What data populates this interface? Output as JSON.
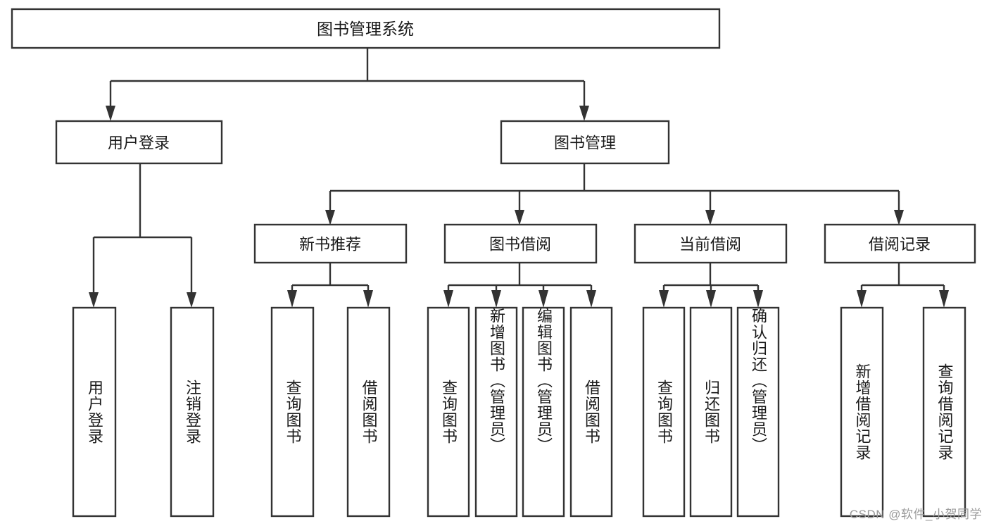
{
  "meta": {
    "title": "图书管理系统 功能结构图",
    "watermark": "CSDN @软件_小贺同学"
  },
  "colors": {
    "background": "#ffffff",
    "box_fill": "#ffffff",
    "box_stroke": "#333333",
    "text": "#1a1a1a",
    "watermark": "#9a9a9a"
  },
  "chart_data": {
    "type": "diagram",
    "diagram_kind": "tree-hierarchy",
    "title": "图书管理系统",
    "orientation": "top-down",
    "levels": 3,
    "node_count": 18,
    "nodes": [
      {
        "id": "root",
        "label": "图书管理系统",
        "level": 0,
        "orientation": "horizontal"
      },
      {
        "id": "login",
        "label": "用户登录",
        "level": 1,
        "orientation": "horizontal",
        "parent": "root"
      },
      {
        "id": "bookmgmt",
        "label": "图书管理",
        "level": 1,
        "orientation": "horizontal",
        "parent": "root"
      },
      {
        "id": "newbook",
        "label": "新书推荐",
        "level": 2,
        "orientation": "horizontal",
        "parent": "bookmgmt"
      },
      {
        "id": "borrow",
        "label": "图书借阅",
        "level": 2,
        "orientation": "horizontal",
        "parent": "bookmgmt"
      },
      {
        "id": "current",
        "label": "当前借阅",
        "level": 2,
        "orientation": "horizontal",
        "parent": "bookmgmt"
      },
      {
        "id": "records",
        "label": "借阅记录",
        "level": 2,
        "orientation": "horizontal",
        "parent": "bookmgmt"
      },
      {
        "id": "login-1",
        "label": "用户登录",
        "level": 2,
        "orientation": "vertical",
        "parent": "login"
      },
      {
        "id": "login-2",
        "label": "注销登录",
        "level": 2,
        "orientation": "vertical",
        "parent": "login"
      },
      {
        "id": "newbook-1",
        "label": "查询图书",
        "level": 3,
        "orientation": "vertical",
        "parent": "newbook"
      },
      {
        "id": "newbook-2",
        "label": "借阅图书",
        "level": 3,
        "orientation": "vertical",
        "parent": "newbook"
      },
      {
        "id": "borrow-1",
        "label": "查询图书",
        "level": 3,
        "orientation": "vertical",
        "parent": "borrow"
      },
      {
        "id": "borrow-2",
        "label": "新增图书（管理员）",
        "level": 3,
        "orientation": "vertical",
        "parent": "borrow"
      },
      {
        "id": "borrow-3",
        "label": "编辑图书（管理员）",
        "level": 3,
        "orientation": "vertical",
        "parent": "borrow"
      },
      {
        "id": "borrow-4",
        "label": "借阅图书",
        "level": 3,
        "orientation": "vertical",
        "parent": "borrow"
      },
      {
        "id": "current-1",
        "label": "查询图书",
        "level": 3,
        "orientation": "vertical",
        "parent": "current"
      },
      {
        "id": "current-2",
        "label": "归还图书",
        "level": 3,
        "orientation": "vertical",
        "parent": "current"
      },
      {
        "id": "current-3",
        "label": "确认归还（管理员）",
        "level": 3,
        "orientation": "vertical",
        "parent": "current"
      },
      {
        "id": "records-1",
        "label": "新增借阅记录",
        "level": 3,
        "orientation": "vertical",
        "parent": "records"
      },
      {
        "id": "records-2",
        "label": "查询借阅记录",
        "level": 3,
        "orientation": "vertical",
        "parent": "records"
      }
    ],
    "edges": [
      {
        "from": "root",
        "to": "login"
      },
      {
        "from": "root",
        "to": "bookmgmt"
      },
      {
        "from": "login",
        "to": "login-1"
      },
      {
        "from": "login",
        "to": "login-2"
      },
      {
        "from": "bookmgmt",
        "to": "newbook"
      },
      {
        "from": "bookmgmt",
        "to": "borrow"
      },
      {
        "from": "bookmgmt",
        "to": "current"
      },
      {
        "from": "bookmgmt",
        "to": "records"
      },
      {
        "from": "newbook",
        "to": "newbook-1"
      },
      {
        "from": "newbook",
        "to": "newbook-2"
      },
      {
        "from": "borrow",
        "to": "borrow-1"
      },
      {
        "from": "borrow",
        "to": "borrow-2"
      },
      {
        "from": "borrow",
        "to": "borrow-3"
      },
      {
        "from": "borrow",
        "to": "borrow-4"
      },
      {
        "from": "current",
        "to": "current-1"
      },
      {
        "from": "current",
        "to": "current-2"
      },
      {
        "from": "current",
        "to": "current-3"
      },
      {
        "from": "records",
        "to": "records-1"
      },
      {
        "from": "records",
        "to": "records-2"
      }
    ]
  },
  "tree": {
    "root": {
      "label": "图书管理系统"
    },
    "level1": {
      "login": {
        "label": "用户登录"
      },
      "bookmgmt": {
        "label": "图书管理"
      }
    },
    "level2": {
      "newbook": {
        "label": "新书推荐"
      },
      "borrow": {
        "label": "图书借阅"
      },
      "current": {
        "label": "当前借阅"
      },
      "records": {
        "label": "借阅记录"
      }
    },
    "leaves": {
      "login_1": {
        "label": "用户登录"
      },
      "login_2": {
        "label": "注销登录"
      },
      "newbook_1": {
        "label": "查询图书"
      },
      "newbook_2": {
        "label": "借阅图书"
      },
      "borrow_1": {
        "label": "查询图书"
      },
      "borrow_2": {
        "label": "新增图书（管理员）"
      },
      "borrow_3": {
        "label": "编辑图书（管理员）"
      },
      "borrow_4": {
        "label": "借阅图书"
      },
      "current_1": {
        "label": "查询图书"
      },
      "current_2": {
        "label": "归还图书"
      },
      "current_3": {
        "label": "确认归还（管理员）"
      },
      "records_1": {
        "label": "新增借阅记录"
      },
      "records_2": {
        "label": "查询借阅记录"
      }
    }
  }
}
